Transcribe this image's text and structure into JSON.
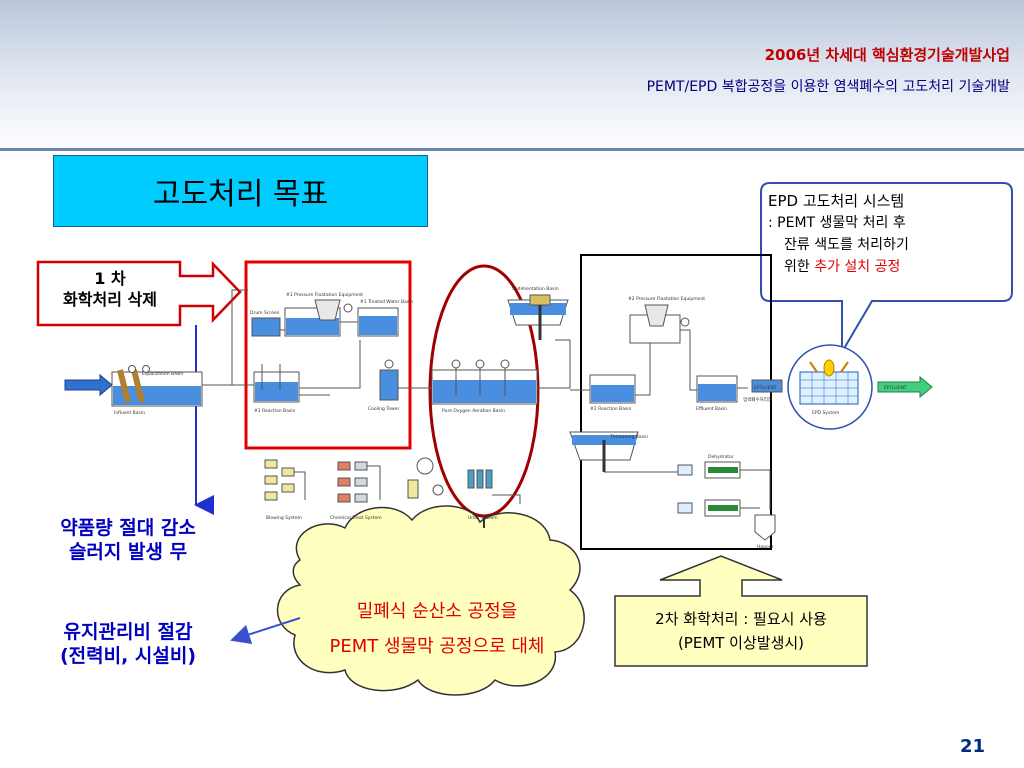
{
  "header": {
    "line1": "2006년 차세대 핵심환경기술개발사업",
    "line2": "PEMT/EPD 복합공정을 이용한 염색폐수의 고도처리 기술개발"
  },
  "goal_title": "고도처리 목표",
  "first_chem": {
    "line1": "1 차",
    "line2": "화학처리 삭제"
  },
  "benefits1": {
    "line1": "약품량 절대 감소",
    "line2": "슬러지 발생 무"
  },
  "benefits2": {
    "line1": "유지관리비 절감",
    "line2": "(전력비, 시설비)"
  },
  "cloud": {
    "line1": "밀폐식 순산소 공정을",
    "line2": "PEMT 생물막 공정으로 대체"
  },
  "second_chem": {
    "line1": "2차 화학처리 : 필요시 사용",
    "line2": "(PEMT 이상발생시)"
  },
  "epd_callout": {
    "title": "EPD 고도처리 시스템",
    "line1": ": PEMT 생물막 처리 후",
    "line2": "잔류 색도를 처리하기",
    "line3_prefix": "위한",
    "line3_highlight": "추가 설치 공정"
  },
  "diagram_labels": {
    "equalization_basin": "Equalization Basin",
    "influent_basin": "Influent Basin",
    "drum_screen": "Drum Screen",
    "pfe1": "#1 Pressure Floatation Equipment",
    "treated_water_basin": "#1 Treated Water Basin",
    "reaction_basin1": "#1 Reaction Basin",
    "cooling_tower": "Cooling Tower",
    "sedimentation_basin": "Sedimentation Basin",
    "pure_oxygen": "Pure Oxygen Aeration Basin",
    "pfe2": "#2 Pressure Floatation Equipment",
    "reaction_basin2": "#2 Reaction Basin",
    "effluent_basin": "Effluent Basin",
    "thickening_basin": "Thickening Basin",
    "dehydrator": "Dehydrator",
    "hopper": "Hopper",
    "blowing_system": "Blowing System",
    "chemical_treat": "Chemical Treat System",
    "unox_system": "Unox System",
    "effluent_in": "EFFLUENT",
    "effluent_out": "EFFLUENT",
    "epd_system": "EPD System",
    "epd_korean": "염색폐수처리장"
  },
  "page_number": "21",
  "colors": {
    "red": "#e00000",
    "blue": "#0000c0",
    "cyan": "#00ccff",
    "navy": "#000080"
  }
}
